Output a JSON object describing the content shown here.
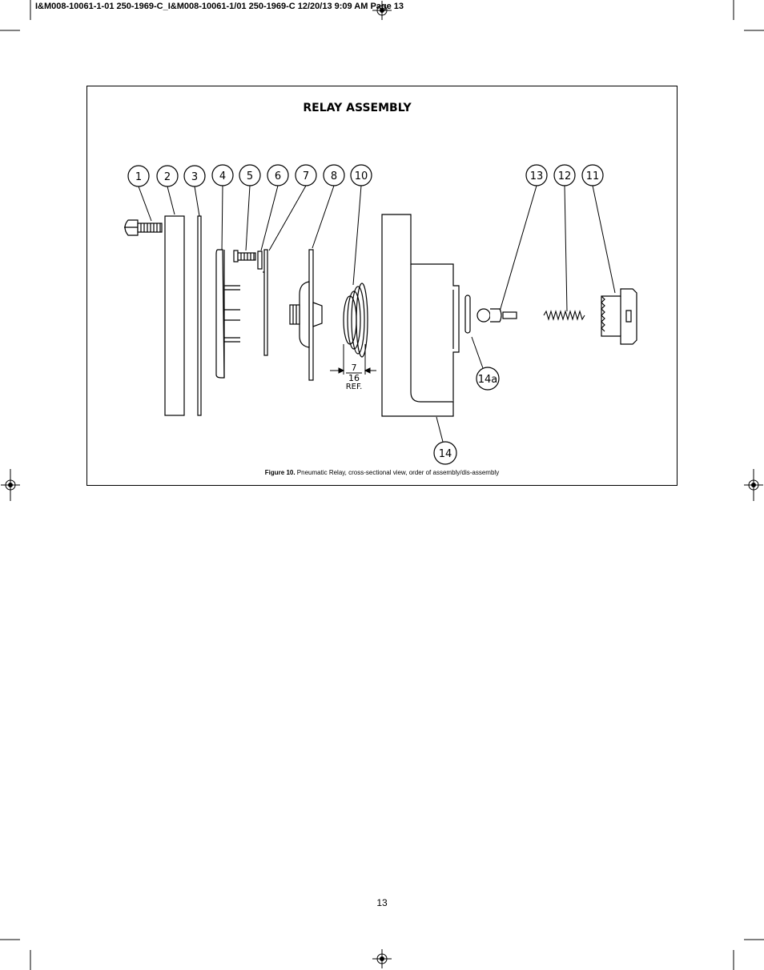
{
  "header": {
    "slug": "I&M008-10061-1-01 250-1969-C_I&M008-10061-1/01 250-1969-C  12/20/13  9:09 AM  Page 13"
  },
  "figure": {
    "title": "RELAY ASSEMBLY",
    "caption_label": "Figure 10.",
    "caption_text": " Pneumatic Relay, cross-sectional view, order of assembly/dis-assembly",
    "callouts": [
      "1",
      "2",
      "3",
      "4",
      "5",
      "6",
      "7",
      "8",
      "10",
      "13",
      "12",
      "11",
      "14a",
      "14"
    ],
    "dimension": {
      "numerator": "7",
      "denominator": "16",
      "ref": "REF."
    }
  },
  "footer": {
    "page_number": "13"
  }
}
